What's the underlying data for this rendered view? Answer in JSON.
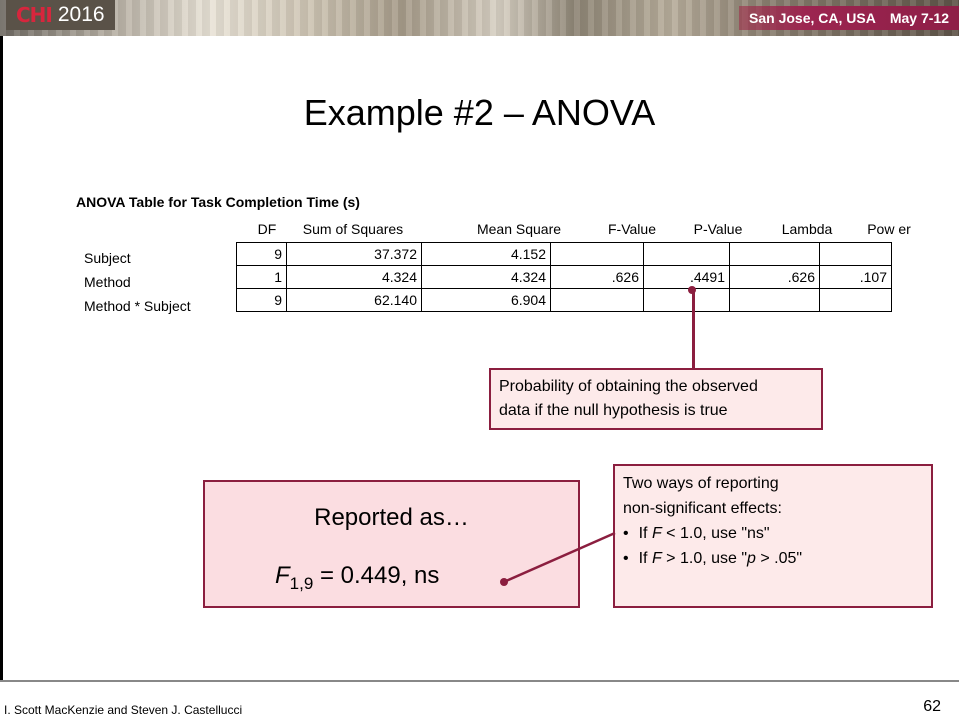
{
  "banner": {
    "logo_mark": "CHI",
    "year": "2016",
    "location": "San Jose, CA, USA",
    "dates": "May 7-12"
  },
  "slide": {
    "title": "Example #2 – ANOVA",
    "page_number": "62"
  },
  "table": {
    "title": "ANOVA Table for Task Completion Time (s)",
    "headers": [
      "DF",
      "Sum of Squares",
      "Mean Square",
      "F-Value",
      "P-Value",
      "Lambda",
      "Pow er"
    ],
    "rows": [
      {
        "label": "Subject",
        "cells": [
          "9",
          "37.372",
          "4.152",
          "",
          "",
          "",
          ""
        ]
      },
      {
        "label": "Method",
        "cells": [
          "1",
          "4.324",
          "4.324",
          ".626",
          ".4491",
          ".626",
          ".107"
        ]
      },
      {
        "label": "Method * Subject",
        "cells": [
          "9",
          "62.140",
          "6.904",
          "",
          "",
          "",
          ""
        ]
      }
    ]
  },
  "callouts": {
    "probability_line1": "Probability of obtaining the observed",
    "probability_line2": "data if the null hypothesis is true",
    "reported_heading": "Reported as…",
    "formula_var": "F",
    "formula_sub": "1,9",
    "formula_rest": " = 0.449, ns",
    "ways_line1": "Two ways of reporting",
    "ways_line2": "non-significant effects:",
    "bullet_char": "•",
    "bullet1_pre": "If ",
    "bullet1_var": "F",
    "bullet1_post": " < 1.0, use \"ns\"",
    "bullet2_pre": "If ",
    "bullet2_var": "F",
    "bullet2_mid": " > 1.0, use \"",
    "bullet2_var2": "p",
    "bullet2_post": " > .05\""
  },
  "footer": {
    "authors": "I. Scott MacKenzie and Steven J. Castellucci"
  },
  "colors": {
    "accent": "#8b1e3f",
    "callout_fill": "#fdeaea",
    "report_fill": "#fbdde1"
  }
}
